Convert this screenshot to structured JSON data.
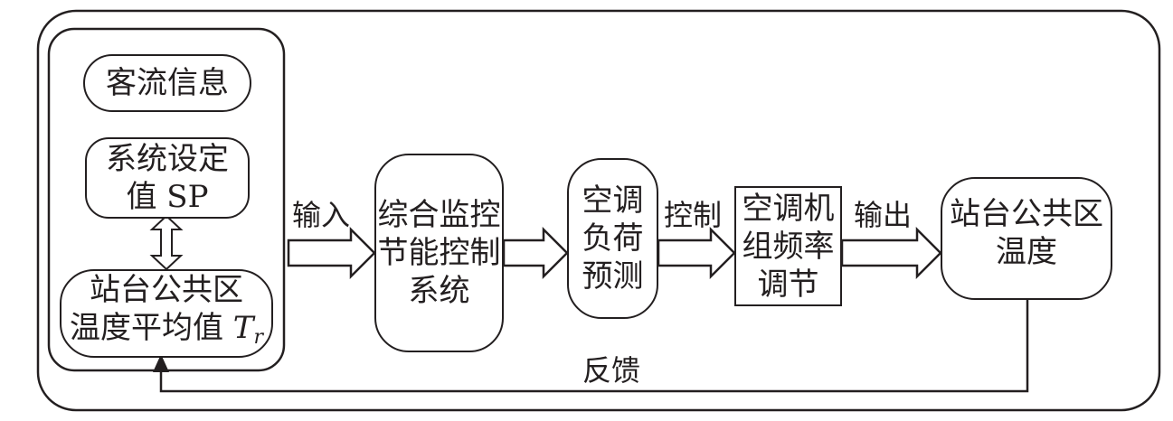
{
  "left_panel": {
    "passenger_info": "客流信息",
    "setpoint_line1": "系统设定",
    "setpoint_line2": "值 SP",
    "avg_temp_line1": "站台公共区",
    "avg_temp_line2_prefix": "温度平均值 ",
    "avg_temp_symbol": "T",
    "avg_temp_subscript": "r"
  },
  "flow_labels": {
    "input": "输入",
    "control": "控制",
    "output": "输出",
    "feedback": "反馈"
  },
  "blocks": {
    "monitoring_line1": "综合监控",
    "monitoring_line2": "节能控制",
    "monitoring_line3": "系统",
    "load_line1": "空调",
    "load_line2": "负荷",
    "load_line3": "预测",
    "freq_line1": "空调机",
    "freq_line2": "组频率",
    "freq_line3": "调节",
    "platform_line1": "站台公共区",
    "platform_line2": "温度"
  },
  "colors": {
    "stroke": "#231f20",
    "background": "#ffffff"
  }
}
